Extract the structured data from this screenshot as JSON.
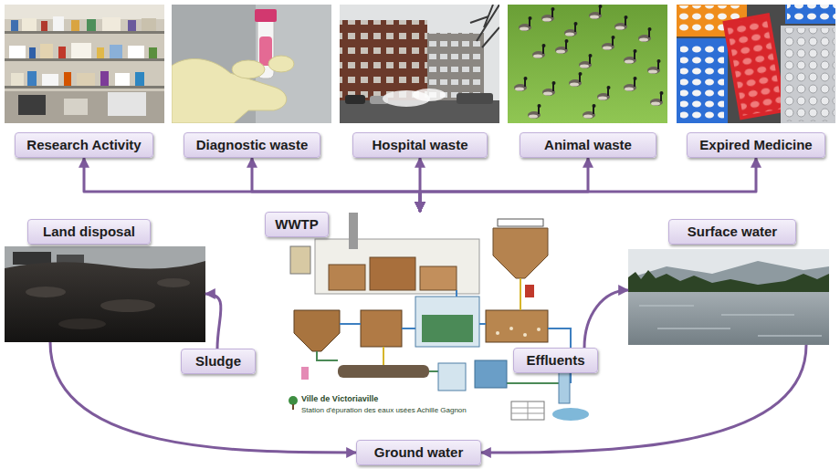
{
  "diagram": {
    "nodes": [
      {
        "text": [
          "Research Activity"
        ]
      },
      {
        "text": [
          "Diagnostic waste"
        ]
      },
      {
        "text": [
          "Hospital waste"
        ]
      },
      {
        "text": [
          "Animal waste"
        ]
      },
      {
        "text": [
          "Expired Medicine"
        ]
      },
      {
        "text": [
          "Land disposal"
        ]
      },
      {
        "text": [
          "WWTP"
        ]
      },
      {
        "text": [
          "Surface water"
        ]
      },
      {
        "text": [
          "Sludge"
        ]
      },
      {
        "text": [
          "Effluents"
        ]
      },
      {
        "text": [
          "Ground water"
        ]
      }
    ],
    "edges": [
      {
        "from": 0,
        "to": 6,
        "arrow": "both"
      },
      {
        "from": 1,
        "to": 6,
        "arrow": "both"
      },
      {
        "from": 2,
        "to": 6,
        "arrow": "both"
      },
      {
        "from": 3,
        "to": 6,
        "arrow": "both"
      },
      {
        "from": 4,
        "to": 6,
        "arrow": "both"
      },
      {
        "from": 8,
        "to": 5,
        "arrow": "to"
      },
      {
        "from": 9,
        "to": 7,
        "arrow": "to"
      },
      {
        "from": 5,
        "to": 10,
        "arrow": "to"
      },
      {
        "from": 7,
        "to": 10,
        "arrow": "to"
      }
    ],
    "labels": [
      "Ville de Victoriaville",
      "Station d'épuration des eaux usées Achille Gagnon"
    ]
  }
}
